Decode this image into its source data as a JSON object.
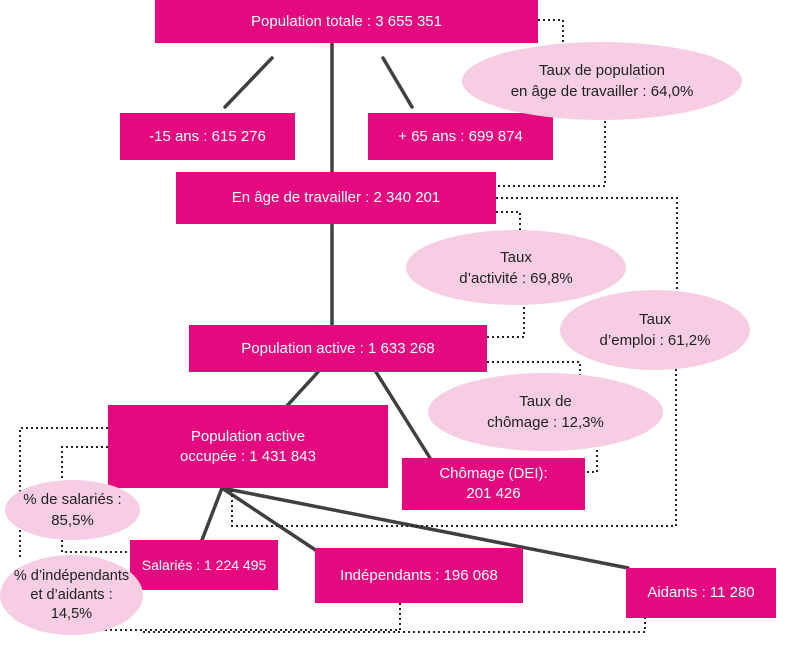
{
  "colors": {
    "box": "#e4097f",
    "ellipse": "#f7cde4",
    "solid_line": "#404040",
    "dotted_line": "#222222"
  },
  "nodes": {
    "population_totale": "Population totale : 3 655 351",
    "moins_15": "-15 ans : 615 276",
    "plus_65": "+ 65 ans : 699 874",
    "age_travailler": "En âge de travailler : 2 340 201",
    "population_active": "Population active : 1 633 268",
    "active_occupee": "Population active\noccupée : 1 431 843",
    "chomage": "Chômage (DEI):\n201 426",
    "salaries": "Salariés : 1 224 495",
    "independants": "Indépendants : 196 068",
    "aidants": "Aidants : 11 280"
  },
  "rates": {
    "taux_population": "Taux de population\nen âge de travailler : 64,0%",
    "taux_activite": "Taux\nd’activité : 69,8%",
    "taux_emploi": "Taux\nd’emploi : 61,2%",
    "taux_chomage": "Taux de\nchômage : 12,3%",
    "pct_salaries": "% de salariés :\n85,5%",
    "pct_independants": "% d’indépendants\net d’aidants :\n14,5%"
  }
}
